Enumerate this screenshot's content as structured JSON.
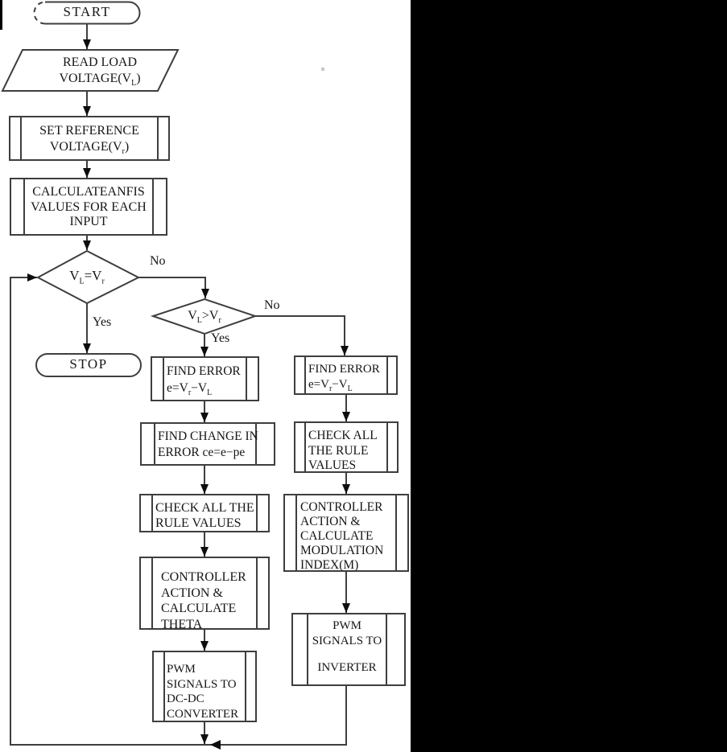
{
  "figure": {
    "type": "flowchart",
    "panel_bg": "#ffffff",
    "filler_bg": "#000000",
    "line_color": "#3e3e3e"
  },
  "nodes": {
    "start": {
      "label": "START"
    },
    "read_load": {
      "l1": "READ LOAD",
      "l2a": "VOLTAGE(V",
      "l2sub": "L",
      "l2b": ")"
    },
    "set_ref": {
      "l1": "SET REFERENCE",
      "l2a": "VOLTAGE(V",
      "l2sub": "r",
      "l2b": ")"
    },
    "calc_anfis": {
      "l1": "CALCULATEANFIS",
      "l2": "VALUES FOR EACH",
      "l3": "INPUT"
    },
    "decision1": {
      "a": "V",
      "s1": "L",
      "b": "=V",
      "s2": "r"
    },
    "stop": {
      "label": "STOP"
    },
    "decision2": {
      "a": "V",
      "s1": "L",
      "b": ">V",
      "s2": "r"
    },
    "find_error_left": {
      "l1": "FIND ERROR",
      "ea": "e=V",
      "es1": "r",
      "eb": "−V",
      "es2": "L"
    },
    "find_change": {
      "l1": "FIND CHANGE IN",
      "l2": "ERROR ce=e−pe"
    },
    "check_left": {
      "l1": "CHECK ALL THE",
      "l2": "RULE VALUES"
    },
    "controller_left": {
      "l1": "CONTROLLER",
      "l2": "ACTION &",
      "l3": "CALCULATE",
      "l4": "THETA"
    },
    "pwm_left": {
      "l1": "PWM",
      "l2": "SIGNALS TO",
      "l3": "DC-DC",
      "l4": "CONVERTER"
    },
    "find_error_right": {
      "l1": "FIND ERROR",
      "ea": "e=V",
      "es1": "r",
      "eb": "−V",
      "es2": "L"
    },
    "check_right": {
      "l1": "CHECK ALL",
      "l2": "THE RULE",
      "l3": "VALUES"
    },
    "controller_right": {
      "l1": "CONTROLLER",
      "l2": "ACTION &",
      "l3": "CALCULATE",
      "l4": "MODULATION",
      "l5": "INDEX(M)"
    },
    "pwm_right": {
      "l1": "PWM",
      "l2": "SIGNALS TO",
      "l3": "INVERTER"
    }
  },
  "edge_labels": {
    "no1": "No",
    "yes1": "Yes",
    "no2": "No",
    "yes2": "Yes"
  }
}
